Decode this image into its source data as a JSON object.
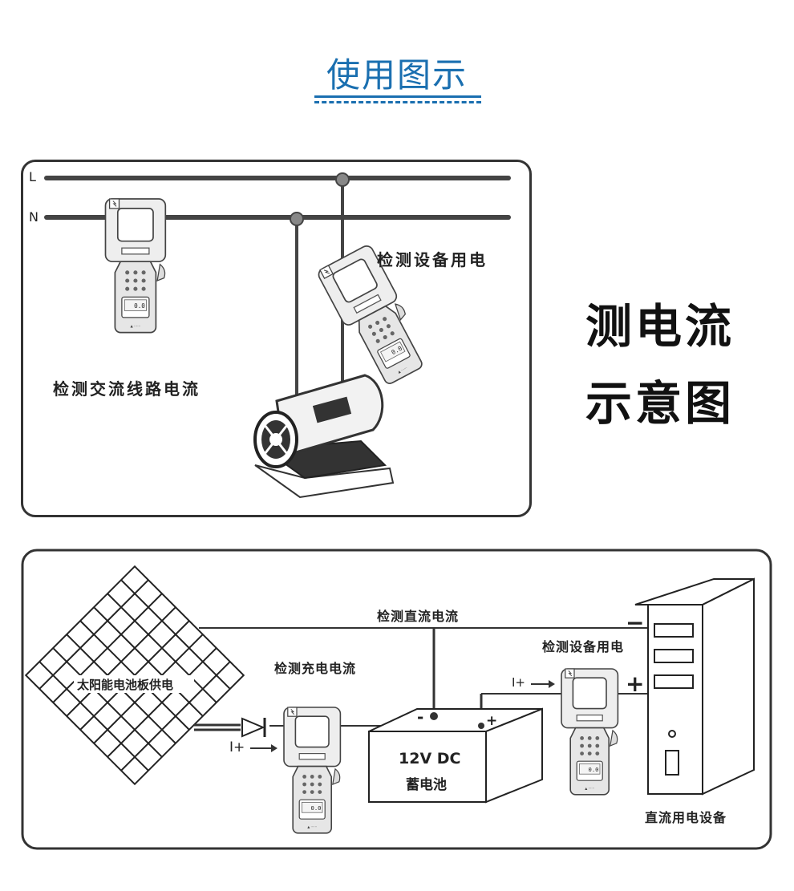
{
  "page_title": "使用图示",
  "side_title": {
    "line1": "测电流",
    "line2": "示意图"
  },
  "panel_ac": {
    "line_L": "L",
    "line_N": "N",
    "label_equipment": "检测设备用电",
    "label_ac_line": "检测交流线路电流"
  },
  "panel_dc": {
    "label_dc_current": "检测直流电流",
    "label_equipment": "检测设备用电",
    "label_charge": "检测充电电流",
    "label_solar": "太阳能电池板供电",
    "current_left": "I+",
    "current_right": "I+",
    "battery_line1": "12V DC",
    "battery_line2": "蓄电池",
    "minus": "-",
    "plus": "+",
    "device_minus": "−",
    "device_plus": "+",
    "label_dc_device": "直流用电设备"
  },
  "meter_reading": "0.0"
}
